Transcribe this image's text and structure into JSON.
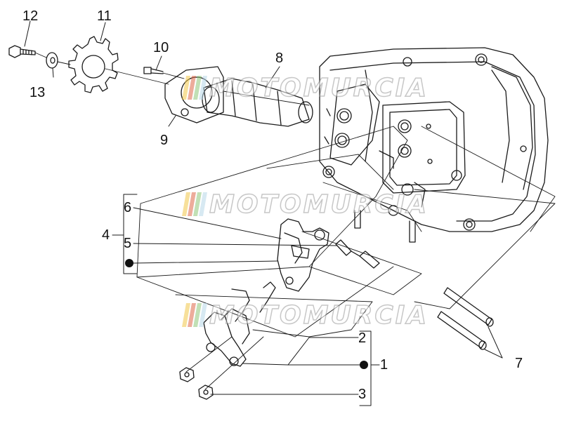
{
  "callouts": {
    "c1": "1",
    "c2": "2",
    "c3": "3",
    "c4": "4",
    "c5": "5",
    "c6": "6",
    "c7": "7",
    "c8": "8",
    "c9": "9",
    "c10": "10",
    "c11": "11",
    "c12": "12",
    "c13": "13"
  },
  "watermark": {
    "text": "MOTOMURCIA",
    "bar_colors": [
      "#f2c84b",
      "#e06a4a",
      "#8fc77a",
      "#b8d8e8"
    ]
  },
  "colors": {
    "line": "#1a1a1a",
    "background": "#ffffff"
  }
}
